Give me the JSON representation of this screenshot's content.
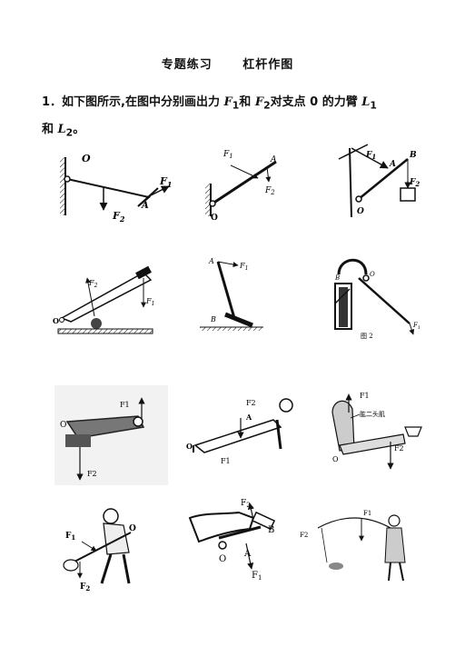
{
  "header": {
    "title_left": "专题练习",
    "title_right": "杠杆作图"
  },
  "question": {
    "number": "1．",
    "text_a": "如下图所示,在图中分别画出力 ",
    "f1": "F",
    "f1_sub": "1",
    "and1": "和 ",
    "f2": "F",
    "f2_sub": "2",
    "text_b": "对支点 0 的力臂 ",
    "l1": "L",
    "l1_sub": "1",
    "and2": "和 ",
    "l2": "L",
    "l2_sub": "2",
    "end": "。"
  },
  "figures": {
    "fig1": {
      "o": "O",
      "f1": "F",
      "f1s": "1",
      "f2": "F",
      "f2s": "2",
      "a": "A"
    },
    "fig2": {
      "f1": "F",
      "f1s": "1",
      "a": "A",
      "f2": "F",
      "f2s": "2",
      "o": "O"
    },
    "fig3": {
      "f1": "F",
      "f1s": "1",
      "a": "A",
      "b": "B",
      "f2": "F",
      "f2s": "2",
      "o": "O"
    },
    "fig4": {
      "f2": "F",
      "f2s": "2",
      "f1": "F",
      "f1s": "1",
      "o": "O"
    },
    "fig5": {
      "a": "A",
      "f1": "F",
      "f1s": "1",
      "b": "B"
    },
    "fig6": {
      "b": "B",
      "o": "O",
      "f1": "F",
      "f1s": "1",
      "caption": "图 2"
    },
    "fig7": {
      "f1": "F1",
      "o": "O",
      "f2": "F2"
    },
    "fig8": {
      "f2": "F2",
      "a": "A",
      "o": "O",
      "f1": "F1"
    },
    "fig9": {
      "f1": "F1",
      "note": "肱二头肌",
      "f2": "F2",
      "o": "O"
    },
    "fig10": {
      "f1": "F",
      "f1s": "1",
      "o": "O",
      "f2": "F",
      "f2s": "2"
    },
    "fig11": {
      "f2": "F",
      "f2s": "2",
      "b": "B",
      "o": "O",
      "a": "A",
      "f1": "F",
      "f1s": "1"
    },
    "fig12": {
      "f1": "F1",
      "f2": "F2"
    }
  }
}
